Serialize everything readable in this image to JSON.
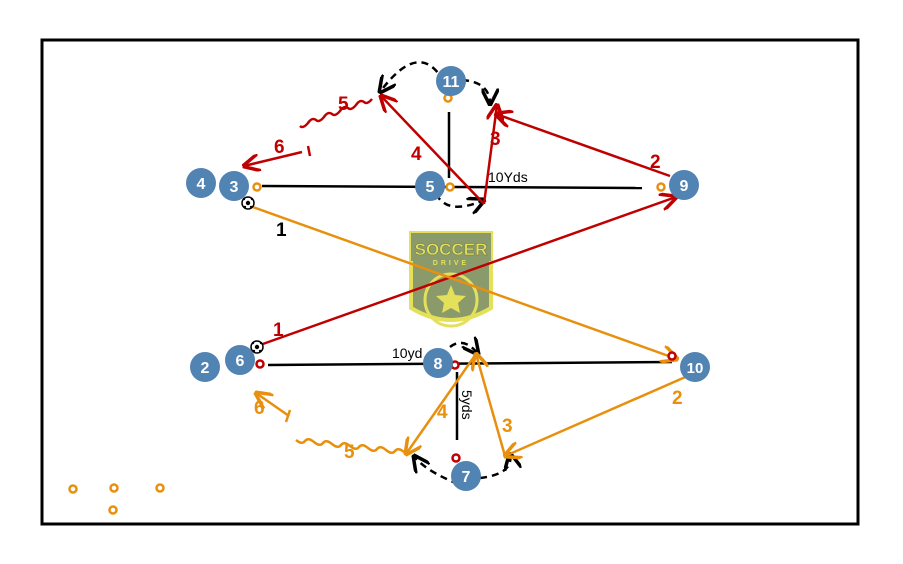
{
  "colors": {
    "red": "#c00000",
    "orange": "#e8900e",
    "player": "#5183b3",
    "player_text": "#ffffff",
    "line": "#000000",
    "logo_fill": "#8a9a6a",
    "logo_edge": "#e4e05a"
  },
  "logo": {
    "word1": "SOCCER",
    "word2": "DRIVE"
  },
  "players": [
    "11",
    "4",
    "3",
    "5",
    "9",
    "2",
    "6",
    "8",
    "10",
    "7"
  ],
  "distances": {
    "top_length": "10Yds",
    "bottom_length": "10yd",
    "bottom_depth": "5yds"
  },
  "sequence_labels": {
    "top": [
      "1",
      "2",
      "3",
      "4",
      "5",
      "6"
    ],
    "bottom": [
      "1",
      "2",
      "3",
      "4",
      "5",
      "6"
    ]
  },
  "icons": {
    "ball": "soccer-ball-icon",
    "cone": "cone-icon"
  }
}
